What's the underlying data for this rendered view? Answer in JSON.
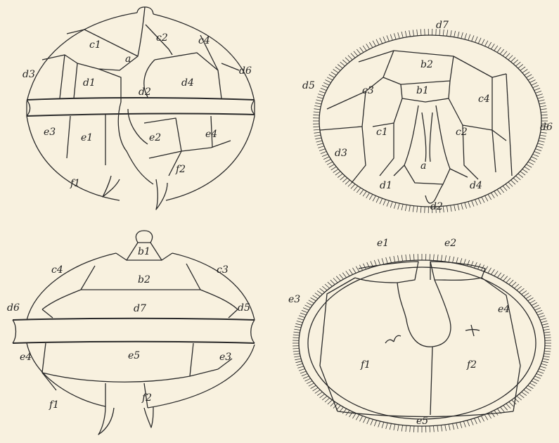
{
  "figure_1": {
    "labels": {
      "c1": "c1",
      "a": "a",
      "c2": "c2",
      "c4": "c4",
      "d3": "d3",
      "d1": "d1",
      "d2": "d2",
      "d4": "d4",
      "d6": "d6",
      "e3": "e3",
      "e1": "e1",
      "e2": "e2",
      "e4": "e4",
      "f1": "f1",
      "f2": "f2"
    }
  },
  "figure_2": {
    "labels": {
      "d7": "d7",
      "b2": "b2",
      "d5": "d5",
      "b1": "b1",
      "c3": "c3",
      "c4": "c4",
      "d6": "d6",
      "c1": "c1",
      "c2": "c2",
      "d3": "d3",
      "a": "a",
      "d1": "d1",
      "d4": "d4",
      "d2": "d2"
    }
  },
  "figure_3": {
    "labels": {
      "b1": "b1",
      "c4": "c4",
      "c3": "c3",
      "b2": "b2",
      "d6": "d6",
      "d7": "d7",
      "d5": "d5",
      "e4": "e4",
      "e5": "e5",
      "e3": "e3",
      "f1": "f1",
      "f2": "f2"
    }
  },
  "figure_4": {
    "labels": {
      "e1": "e1",
      "e2": "e2",
      "e3": "e3",
      "e4": "e4",
      "f1": "f1",
      "f2": "f2",
      "e5": "e5"
    }
  },
  "colors": {
    "background": "#f8f1df",
    "ink": "#2a2a2a"
  }
}
